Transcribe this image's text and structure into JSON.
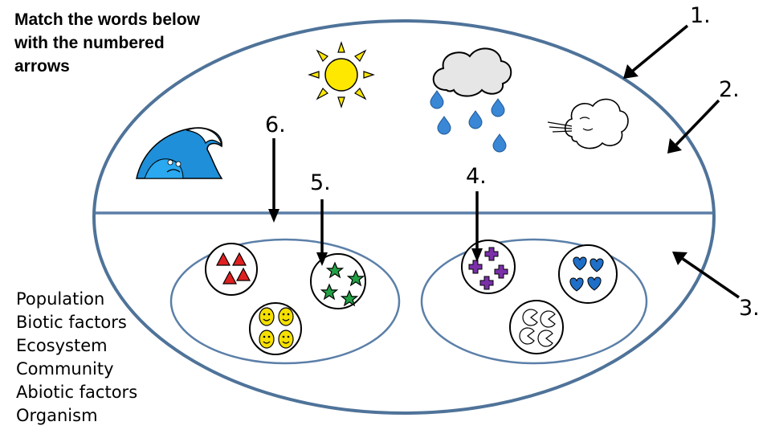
{
  "instructions": [
    "Match the words below",
    "with the numbered",
    "arrows"
  ],
  "word_list": [
    "Population",
    "Biotic factors",
    "Ecosystem",
    "Community",
    "Abiotic factors",
    "Organism"
  ],
  "arrow_labels": [
    "1.",
    "2.",
    "3.",
    "4.",
    "5.",
    "6."
  ],
  "colors": {
    "ellipse_stroke": "#4f7399",
    "inner_stroke": "#5b7fa8",
    "arrow": "#000000",
    "triangle": "#e02020",
    "star": "#22a045",
    "face": "#f5e000",
    "cross": "#7a2fa8",
    "heart": "#1f6fc8",
    "raindrop": "#3a87d6",
    "sun": "#ffe800",
    "cloud": "#e6e6e6"
  },
  "icons": [
    "sun-icon",
    "rain-cloud-icon",
    "wind-cloud-icon",
    "wave-icon"
  ]
}
